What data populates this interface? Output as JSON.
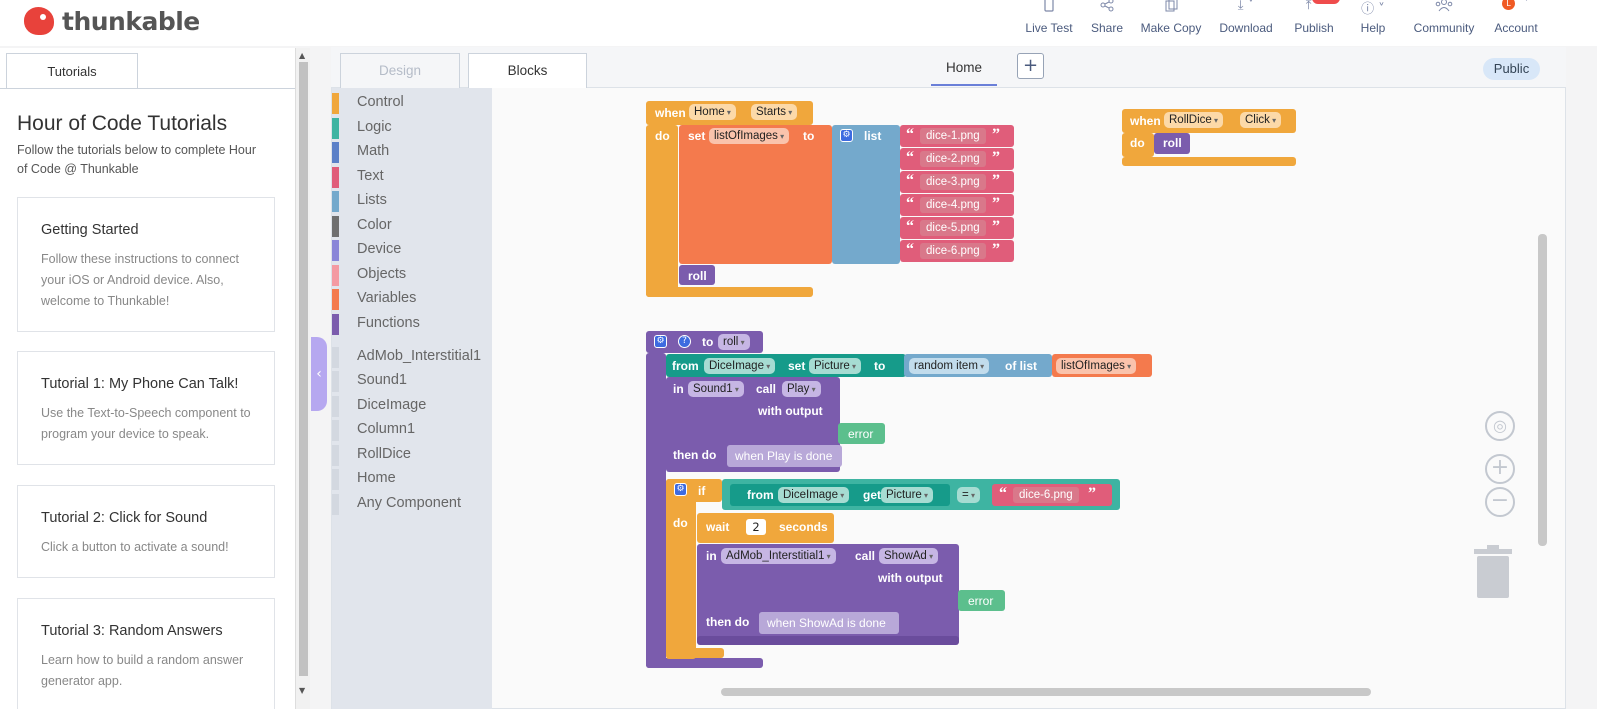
{
  "app": {
    "name": "thunkable"
  },
  "nav": [
    {
      "key": "live_test",
      "label": "Live Test",
      "icon": "phone-icon"
    },
    {
      "key": "share",
      "label": "Share",
      "icon": "share-icon"
    },
    {
      "key": "make_copy",
      "label": "Make Copy",
      "icon": "copy-icon"
    },
    {
      "key": "download",
      "label": "Download",
      "icon": "download-icon"
    },
    {
      "key": "publish",
      "label": "Publish",
      "icon": "publish-icon"
    },
    {
      "key": "help",
      "label": "Help",
      "icon": "info-icon"
    },
    {
      "key": "community",
      "label": "Community",
      "icon": "community-icon"
    },
    {
      "key": "account",
      "label": "Account",
      "icon": "avatar",
      "avatar_letter": "L"
    }
  ],
  "left_panel": {
    "tab": "Tutorials",
    "title": "Hour of Code Tutorials",
    "subtitle": "Follow the tutorials below to complete Hour of Code @ Thunkable",
    "cards": [
      {
        "title": "Getting Started",
        "desc": "Follow these instructions to connect your iOS or Android device. Also, welcome to Thunkable!"
      },
      {
        "title": "Tutorial 1: My Phone Can Talk!",
        "desc": "Use the Text-to-Speech component to program your device to speak."
      },
      {
        "title": "Tutorial 2: Click for Sound",
        "desc": "Click a button to activate a sound!"
      },
      {
        "title": "Tutorial 3: Random Answers",
        "desc": "Learn how to build a random answer generator app."
      }
    ]
  },
  "editor": {
    "tabs": {
      "design": "Design",
      "blocks": "Blocks"
    },
    "screen_tab": "Home",
    "add_screen": "+",
    "visibility": "Public"
  },
  "palette": {
    "categories": [
      {
        "label": "Control",
        "color": "#f0a73c"
      },
      {
        "label": "Logic",
        "color": "#3eb4a2"
      },
      {
        "label": "Math",
        "color": "#5b80c8"
      },
      {
        "label": "Text",
        "color": "#e05d7a"
      },
      {
        "label": "Lists",
        "color": "#74a9cc"
      },
      {
        "label": "Color",
        "color": "#6f6f6f"
      },
      {
        "label": "Device",
        "color": "#8a86d8"
      },
      {
        "label": "Objects",
        "color": "#f49aa2"
      },
      {
        "label": "Variables",
        "color": "#f47a4d"
      },
      {
        "label": "Functions",
        "color": "#7b5cad"
      }
    ],
    "components": [
      "AdMob_Interstitial1",
      "Sound1",
      "DiceImage",
      "Column1",
      "RollDice",
      "Home",
      "Any Component"
    ]
  },
  "blocks": {
    "when": "when",
    "do": "do",
    "set": "set",
    "to": "to",
    "list": "list",
    "home": "Home",
    "starts": "Starts",
    "list_of_images": "listOfImages",
    "dice_images": [
      "dice-1.png",
      "dice-2.png",
      "dice-3.png",
      "dice-4.png",
      "dice-5.png",
      "dice-6.png"
    ],
    "roll": "roll",
    "roll_dice": "RollDice",
    "click": "Click",
    "from": "from",
    "dice_image": "DiceImage",
    "picture": "Picture",
    "random_item": "random item",
    "of_list": "of list",
    "in": "in",
    "sound1": "Sound1",
    "call": "call",
    "play": "Play",
    "with_output": "with output",
    "error": "error",
    "then_do": "then do",
    "when_play_done": "when Play is done",
    "if": "if",
    "get": "get",
    "equals": "=",
    "dice6": "dice-6.png",
    "wait": "wait",
    "wait_value": "2",
    "seconds": "seconds",
    "admob": "AdMob_Interstitial1",
    "show_ad": "ShowAd",
    "when_showad_done": "when ShowAd is done"
  }
}
